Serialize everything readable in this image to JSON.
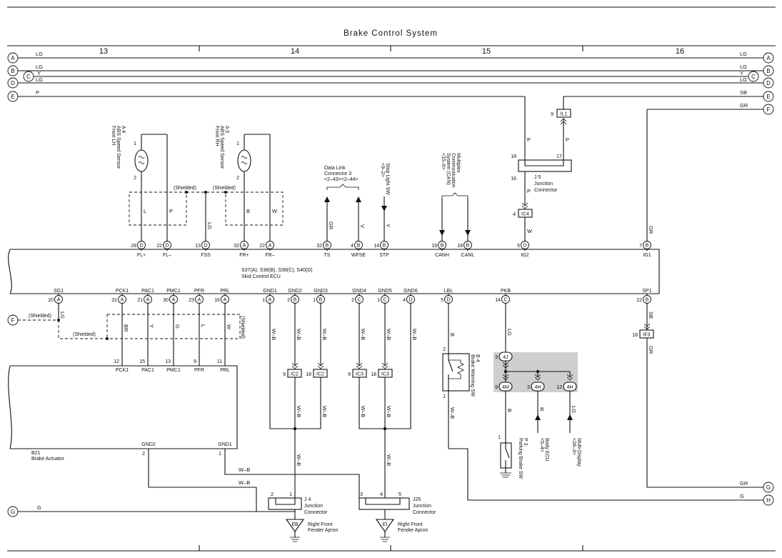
{
  "title": "Brake Control System",
  "columns": [
    "13",
    "14",
    "15",
    "16"
  ],
  "buses": [
    {
      "letter": "A",
      "code": "LG"
    },
    {
      "letter": "B",
      "code": "LG"
    },
    {
      "letter": "C",
      "code": "Y"
    },
    {
      "letter": "D",
      "code": "LG"
    },
    {
      "letter": "E",
      "code": "P",
      "code_right": "SB"
    },
    {
      "letter": "F",
      "code": "GR"
    },
    {
      "letter": "G",
      "code": "G",
      "code_right": "GR"
    },
    {
      "letter": "H",
      "code": "G"
    }
  ],
  "sensor_fl": {
    "id": "A 4",
    "name": "ABS Speed Sensor",
    "pos": "Front LH",
    "pin1": "1",
    "pin2": "2"
  },
  "sensor_fr": {
    "id": "A 5",
    "name": "ABS Speed Sensor",
    "pos": "Front RH",
    "pin1": "1",
    "pin2": "2"
  },
  "shielded": "(Shielded)",
  "wires": {
    "l": "L",
    "p": "P",
    "b": "B",
    "w": "W",
    "lg": "LG",
    "gr": "GR",
    "v": "V",
    "y": "Y",
    "br": "BR",
    "g": "G",
    "wb": "W–B",
    "r": "R",
    "sb": "SB"
  },
  "data_link": {
    "name": "Data Link",
    "sub": "Connector 3",
    "ref": "<2–43><2–44>"
  },
  "stop_light": {
    "name": "Stop Light SW",
    "ref": "<9–2>"
  },
  "multiplex": {
    "l1": "Multiplex",
    "l2": "Communication",
    "l3": "System (CAN)",
    "ref": "<15–6>"
  },
  "j5": {
    "name": "J 5",
    "l2": "Junction",
    "l3": "Connector",
    "p18": "18",
    "p17": "17",
    "p16": "16"
  },
  "il1": {
    "name": "IL1",
    "pin": "9"
  },
  "ic4": {
    "name": "IC4",
    "pin": "4"
  },
  "ecu": {
    "id": "S37(A), S38(B), S39(C), S40(D)",
    "name": "Skid Control ECU",
    "top_pins": [
      {
        "num": "28",
        "con": "D",
        "label": "FL+"
      },
      {
        "num": "22",
        "con": "D",
        "label": "FL–"
      },
      {
        "num": "13",
        "con": "D",
        "label": "FSS"
      },
      {
        "num": "32",
        "con": "A",
        "label": "FR+"
      },
      {
        "num": "22",
        "con": "A",
        "label": "FR–"
      },
      {
        "num": "32",
        "con": "B",
        "label": "TS"
      },
      {
        "num": "4",
        "con": "B",
        "label": "WFSE"
      },
      {
        "num": "14",
        "con": "B",
        "label": "STP"
      },
      {
        "num": "19",
        "con": "B",
        "label": "CANH"
      },
      {
        "num": "18",
        "con": "B",
        "label": "CANL"
      },
      {
        "num": "5",
        "con": "D",
        "label": "IG2"
      },
      {
        "num": "7",
        "con": "B",
        "label": "IG1"
      }
    ],
    "bottom_pins": [
      {
        "num": "20",
        "con": "A",
        "label": "SG1"
      },
      {
        "num": "31",
        "con": "A",
        "label": "PCK1"
      },
      {
        "num": "21",
        "con": "A",
        "label": "PAC1"
      },
      {
        "num": "30",
        "con": "A",
        "label": "PMC1"
      },
      {
        "num": "23",
        "con": "A",
        "label": "PFR"
      },
      {
        "num": "16",
        "con": "A",
        "label": "PRL"
      },
      {
        "num": "1",
        "con": "A",
        "label": "GND1"
      },
      {
        "num": "2",
        "con": "B",
        "label": "GND2"
      },
      {
        "num": "1",
        "con": "B",
        "label": "GND3"
      },
      {
        "num": "2",
        "con": "C",
        "label": "GND4"
      },
      {
        "num": "1",
        "con": "C",
        "label": "GND5"
      },
      {
        "num": "4",
        "con": "D",
        "label": "GND6"
      },
      {
        "num": "5",
        "con": "D",
        "label": "LBL"
      },
      {
        "num": "14",
        "con": "C",
        "label": "PKB"
      },
      {
        "num": "22",
        "con": "B",
        "label": "SP1"
      }
    ]
  },
  "actuator": {
    "id": "B21",
    "name": "Brake Actuator",
    "pins": [
      {
        "num": "12",
        "label": "PCK1"
      },
      {
        "num": "15",
        "label": "PAC1"
      },
      {
        "num": "13",
        "label": "PMC1"
      },
      {
        "num": "9",
        "label": "PFR"
      },
      {
        "num": "11",
        "label": "PRL"
      }
    ],
    "gnd2": "GND2",
    "gnd2_pin": "2",
    "gnd1": "GND1",
    "gnd1_pin": "1"
  },
  "ic2": {
    "name": "IC2",
    "pin_a": "9",
    "pin_b": "18"
  },
  "ic3": {
    "name": "IC3",
    "pin_a": "9",
    "pin_b": "18"
  },
  "if3": {
    "name": "IF3",
    "pin": "18"
  },
  "b4": {
    "id": "B 4",
    "name": "Brake Warning SW",
    "p2": "2",
    "p1": "1"
  },
  "j4": {
    "name": "J 4",
    "l2": "Junction",
    "l3": "Connector",
    "p2": "2",
    "p1": "1"
  },
  "j25": {
    "name": "J25",
    "l2": "Junction",
    "l3": "Connector",
    "p3": "3",
    "p4": "4",
    "p5": "5"
  },
  "eb": {
    "name": "EB",
    "l1": "Right Front",
    "l2": "Fender Apron"
  },
  "ei": {
    "name": "EI",
    "l1": "Right Front",
    "l2": "Fender Apron"
  },
  "conn4": {
    "j": "4J",
    "jp": "3",
    "m": "4M",
    "mp": "9",
    "h": "4H",
    "hp": "3",
    "h2": "4H",
    "h2p": "12"
  },
  "p3": {
    "id": "P 3",
    "name": "Parking Brake SW",
    "pin": "1"
  },
  "body_ecu": {
    "name": "Body ECU",
    "ref": "<5–4>"
  },
  "multi_display": {
    "name": "Multi-Display",
    "ref": "<28–3>"
  }
}
